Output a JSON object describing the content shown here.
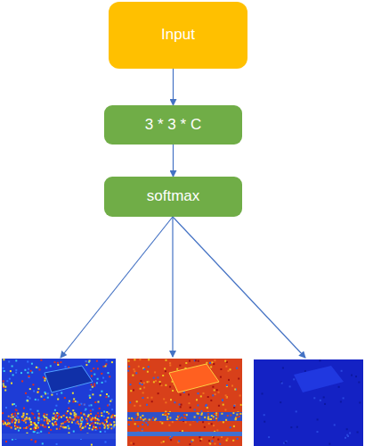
{
  "diagram": {
    "nodes": [
      {
        "text": [
          "Input"
        ]
      },
      {
        "text": [
          "3 * 3 * C"
        ]
      },
      {
        "text": [
          "softmax"
        ]
      }
    ],
    "edges": [
      {
        "from": 0,
        "to": 1,
        "arrow": "to"
      },
      {
        "from": 1,
        "to": 2,
        "arrow": "to"
      }
    ]
  }
}
